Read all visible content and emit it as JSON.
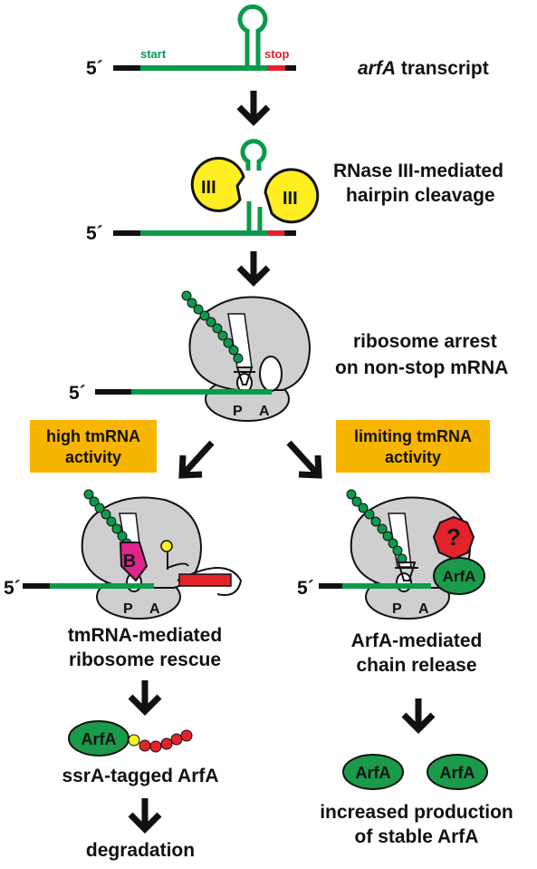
{
  "colors": {
    "rna_green": "#0a9a4c",
    "stop_red": "#e3232a",
    "box_orange": "#f7b500",
    "rnase_yellow": "#ffee22",
    "ribosome_gray": "#cfcfcf",
    "protein_B_magenta": "#e0258f",
    "question_red": "#e3232a",
    "arfa_green": "#1a9a4a"
  },
  "step1": {
    "five_prime": "5´",
    "start": "start",
    "stop": "stop",
    "label_italic": "arfA",
    "label_rest": " transcript"
  },
  "step2": {
    "five_prime": "5´",
    "rnase": "III",
    "label_line1": "RNase III-mediated",
    "label_line2": "hairpin cleavage"
  },
  "step3": {
    "five_prime": "5´",
    "site_p": "P",
    "site_a": "A",
    "label_line1": "ribosome arrest",
    "label_line2": "on non-stop mRNA"
  },
  "left_box": {
    "line1": "high tmRNA",
    "line2": "activity"
  },
  "right_box": {
    "line1": "limiting tmRNA",
    "line2": "activity"
  },
  "left_path": {
    "five_prime": "5´",
    "site_p": "P",
    "site_a": "A",
    "protein_b": "B",
    "rescue_line1": "tmRNA-mediated",
    "rescue_line2": "ribosome rescue",
    "arfa": "ArfA",
    "tagged_label": "ssrA-tagged ArfA",
    "final": "degradation"
  },
  "right_path": {
    "five_prime": "5´",
    "site_p": "P",
    "site_a": "A",
    "question": "?",
    "arfa": "ArfA",
    "release_line1": "ArfA-mediated",
    "release_line2": "chain release",
    "product_1": "ArfA",
    "product_2": "ArfA",
    "final_line1": "increased production",
    "final_line2": "of stable ArfA"
  }
}
